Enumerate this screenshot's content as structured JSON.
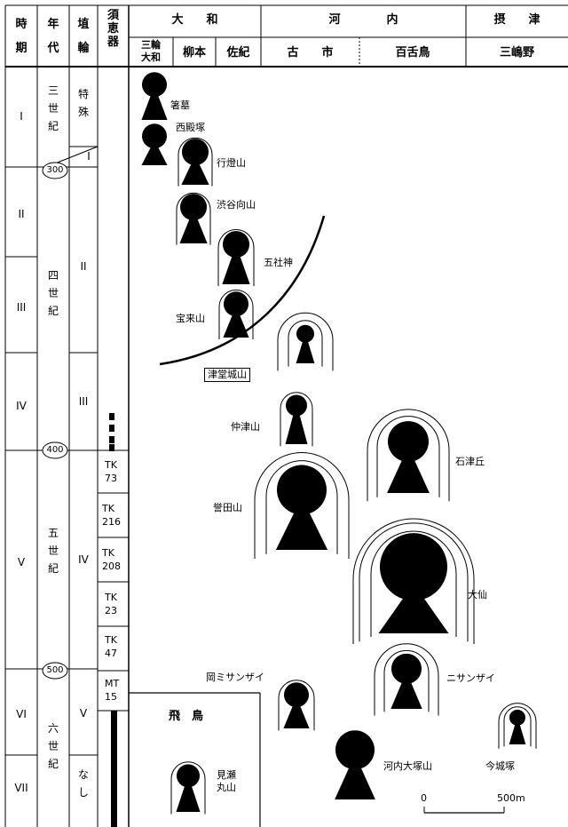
{
  "header": {
    "col_jiki": "時\n期",
    "col_nendai": "年\n代",
    "col_haniwa": "埴\n輪",
    "col_sueki": "須\n恵\n器",
    "region_yamato": "大　　和",
    "region_kawachi": "河　　　　内",
    "region_settsu": "摂　　津",
    "sub_miwa": "三輪\n大和",
    "sub_yanagimoto": "柳本",
    "sub_saki": "佐紀",
    "sub_furuichi": "古　　市",
    "sub_mozu": "百舌鳥",
    "sub_mishimano": "三嶋野"
  },
  "periods": [
    "I",
    "II",
    "III",
    "IV",
    "V",
    "VI",
    "VII"
  ],
  "centuries": [
    "三\n世\n紀",
    "四\n世\n紀",
    "五\n世\n紀",
    "六\n世\n紀"
  ],
  "years": [
    "300",
    "400",
    "500"
  ],
  "haniwa": [
    "特\n殊",
    "I",
    "II",
    "III",
    "IV",
    "V",
    "な\nし"
  ],
  "sueki": [
    "TK\n73",
    "TK\n216",
    "TK\n208",
    "TK\n23",
    "TK\n47",
    "MT\n15"
  ],
  "asuka_label": "飛　鳥",
  "tombs": {
    "hashihaka": "箸墓",
    "nishitonozuka": "西殿塚",
    "andonyama": "行燈山",
    "shibutani": "渋谷向山",
    "itosuke": "五社神",
    "horaisan": "宝来山",
    "tsudoshiroyama": "津堂城山",
    "nakatsuyama": "仲津山",
    "ishizuoka": "石津丘",
    "kondayama": "誉田山",
    "daisen": "大仙",
    "okamisanzai": "岡ミサンザイ",
    "nisanzai": "ニサンザイ",
    "kawachiotsuka": "河内大塚山",
    "imashirozuka": "今城塚",
    "misemaruyama": "見瀬\n丸山"
  },
  "scale": {
    "zero": "0",
    "end": "500m"
  },
  "colors": {
    "ink": "#000000",
    "paper": "#ffffff"
  }
}
